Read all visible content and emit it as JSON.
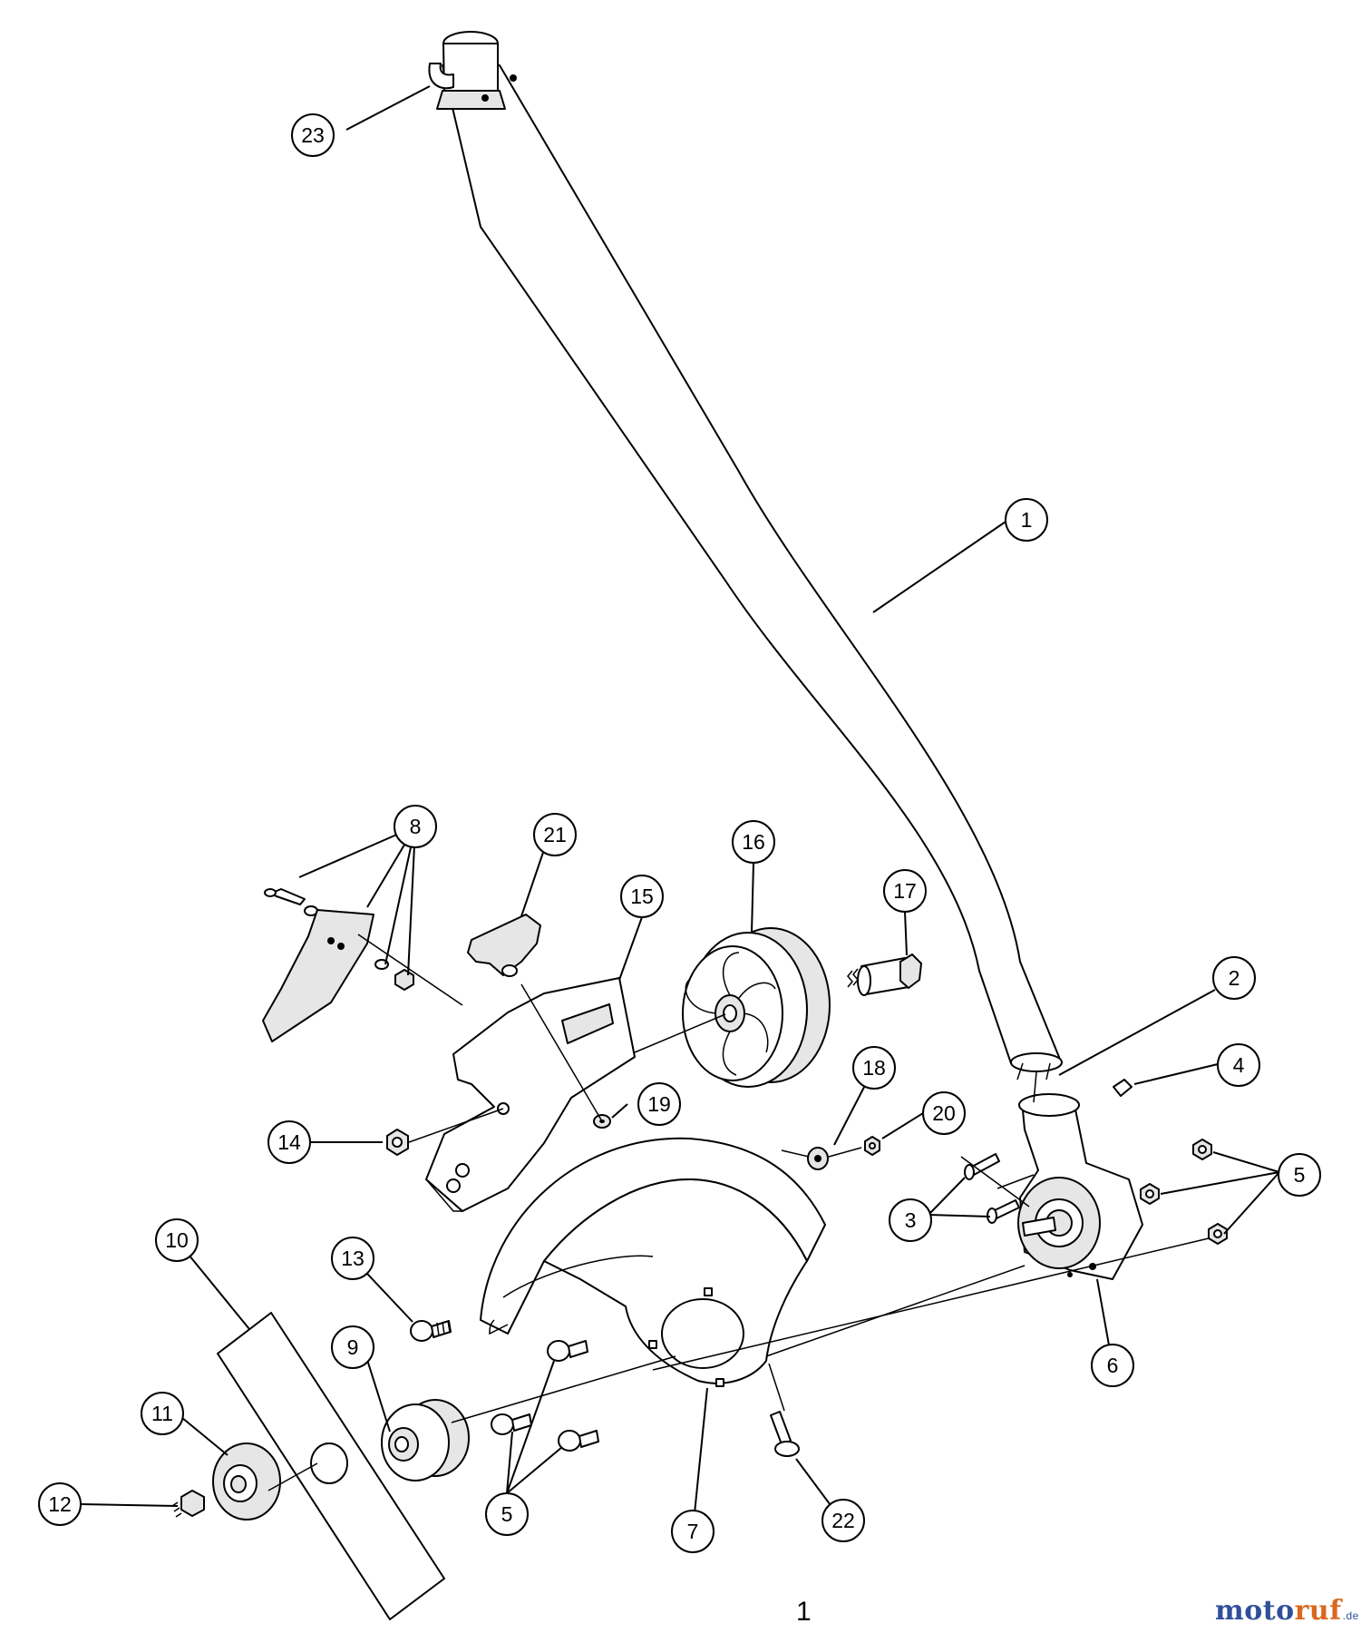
{
  "page_number": "1",
  "watermark": {
    "brand_main": "moto",
    "brand_accent": "ruf",
    "suffix": ".de"
  },
  "colors": {
    "line": "#000000",
    "part_fill": "#ffffff",
    "shade": "#e6e6e6",
    "watermark_blue": "#2f4f9a",
    "watermark_orange": "#d9681e"
  },
  "callouts": {
    "c1": "1",
    "c2": "2",
    "c3": "3",
    "c4": "4",
    "c5a": "5",
    "c5b": "5",
    "c6": "6",
    "c7": "7",
    "c8": "8",
    "c9": "9",
    "c10": "10",
    "c11": "11",
    "c12": "12",
    "c13": "13",
    "c14": "14",
    "c15": "15",
    "c16": "16",
    "c17": "17",
    "c18": "18",
    "c19": "19",
    "c20": "20",
    "c21": "21",
    "c22": "22",
    "c23": "23"
  }
}
